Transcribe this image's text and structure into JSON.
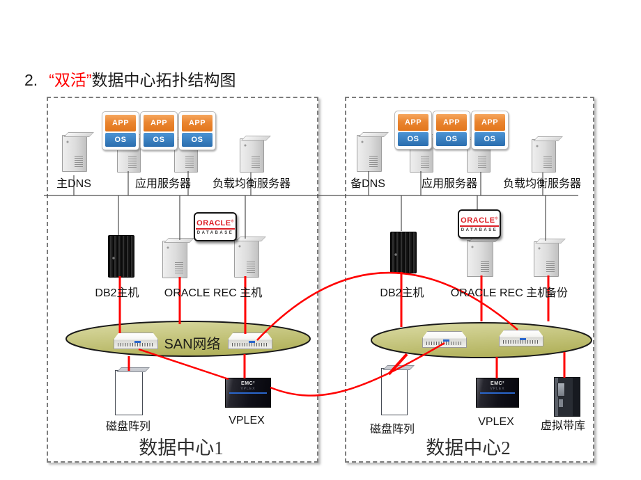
{
  "title": {
    "number": "2.",
    "quoted": "“双活”",
    "rest": "数据中心拓扑结构图"
  },
  "badges": {
    "app": "APP",
    "os": "OS",
    "oracle_brand": "ORACLE",
    "oracle_reg": "®",
    "oracle_product": "DATABASE",
    "emc_brand": "EMC²",
    "vplex_model": "VPLEX"
  },
  "dc1": {
    "name": "数据中心1",
    "dns": "主DNS",
    "app_servers": "应用服务器",
    "load_balancer": "负载均衡服务器",
    "db2": "DB2主机",
    "oracle": "ORACLE REC  主机",
    "san": "SAN网络",
    "disk_array": "磁盘阵列",
    "vplex": "VPLEX"
  },
  "dc2": {
    "name": "数据中心2",
    "dns": "备DNS",
    "app_servers": "应用服务器",
    "load_balancer": "负载均衡服务器",
    "db2": "DB2主机",
    "oracle": "ORACLE REC  主机",
    "backup": "备份",
    "disk_array": "磁盘阵列",
    "vplex": "VPLEX",
    "tape_library": "虚拟带库"
  },
  "colors": {
    "highlight_red": "#ff0000",
    "connection_red": "#ff0000",
    "san_fill_light": "#dadaa2",
    "san_fill_dark": "#b5b562",
    "app_orange": "#e8802a",
    "os_blue": "#2f7cbe",
    "oracle_red": "#dd1f26",
    "vplex_blue": "#2a66cc"
  }
}
